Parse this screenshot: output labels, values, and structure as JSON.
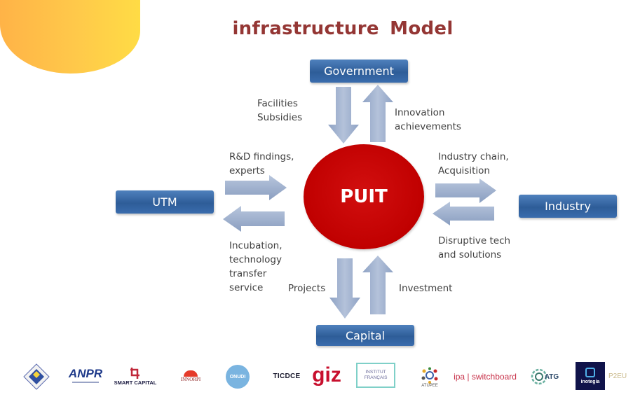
{
  "title": "infrastructure  Model",
  "colors": {
    "title": "#943634",
    "node_fill": "#3a6cad",
    "hub_fill": "#c00000",
    "arrow_fill": "#9fb1cf",
    "label_text": "#404040",
    "blob": "#ffc94a"
  },
  "hub": {
    "label": "PUIT"
  },
  "nodes": {
    "government": "Government",
    "utm": "UTM",
    "industry": "Industry",
    "capital": "Capital"
  },
  "flows": {
    "gov_to_hub": "Facilities\nSubsidies",
    "hub_to_gov": "Innovation\nachievements",
    "utm_to_hub": "R&D findings,\nexperts",
    "hub_to_utm": "Incubation,\ntechnology\ntransfer\nservice",
    "hub_to_industry": "Industry chain,\nAcquisition",
    "industry_to_hub": "Disruptive tech\nand solutions",
    "hub_to_capital": "Projects",
    "capital_to_hub": "Investment"
  },
  "logos": [
    {
      "name": "diamond-emblem",
      "text": ""
    },
    {
      "name": "anpr",
      "text": "ANPR"
    },
    {
      "name": "smart-capital",
      "text": "SMART CAPITAL"
    },
    {
      "name": "innorpi",
      "text": "INNORPI"
    },
    {
      "name": "onudi",
      "text": "ONUDI"
    },
    {
      "name": "ticdce",
      "text": "TICDCE"
    },
    {
      "name": "giz",
      "text": "giz"
    },
    {
      "name": "institut-francais",
      "text": "INSTITUT FRANÇAIS"
    },
    {
      "name": "atupee",
      "text": "ATUPEE"
    },
    {
      "name": "ipa-switchboard",
      "text": "ipa | switchboard"
    },
    {
      "name": "atg",
      "text": "ATG"
    },
    {
      "name": "inotegia",
      "text": "inotegia"
    },
    {
      "name": "p2eu",
      "text": "P2EU"
    }
  ]
}
